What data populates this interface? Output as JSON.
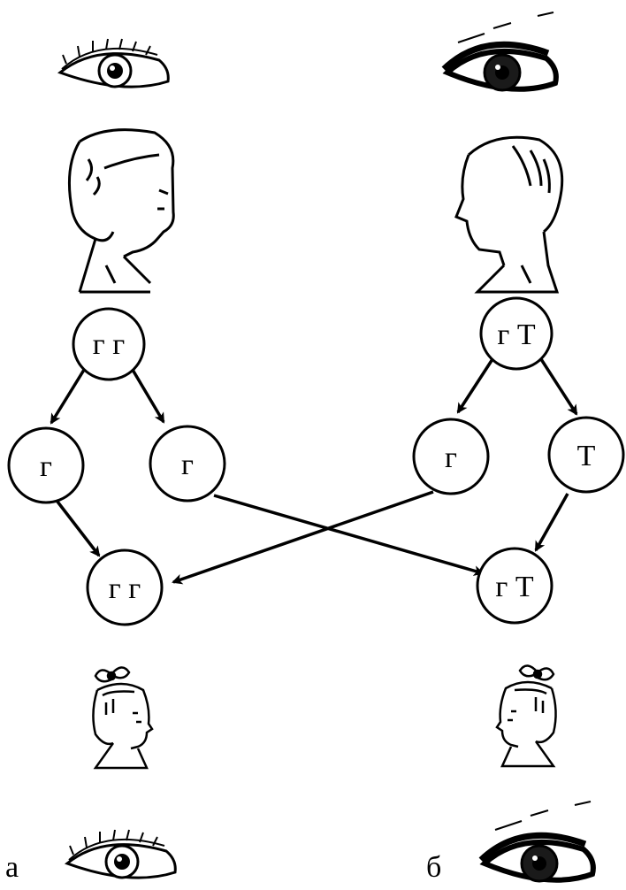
{
  "labels": {
    "left": "а",
    "right": "б"
  },
  "nodes": {
    "mother": "г г",
    "father": "г Т",
    "gamete_m1": "г",
    "gamete_m2": "г",
    "gamete_f1": "г",
    "gamete_f2": "Т",
    "child_left": "г г",
    "child_right": "г Т"
  },
  "icons": {
    "eye_light": "light-eye-icon",
    "eye_dark": "dark-eye-icon",
    "woman": "woman-portrait-icon",
    "man": "man-portrait-icon",
    "girl": "girl-portrait-icon"
  },
  "colors": {
    "ink": "#000000",
    "background": "#ffffff",
    "iris_light": "#ffffff",
    "iris_dark": "#1a1a1a"
  }
}
